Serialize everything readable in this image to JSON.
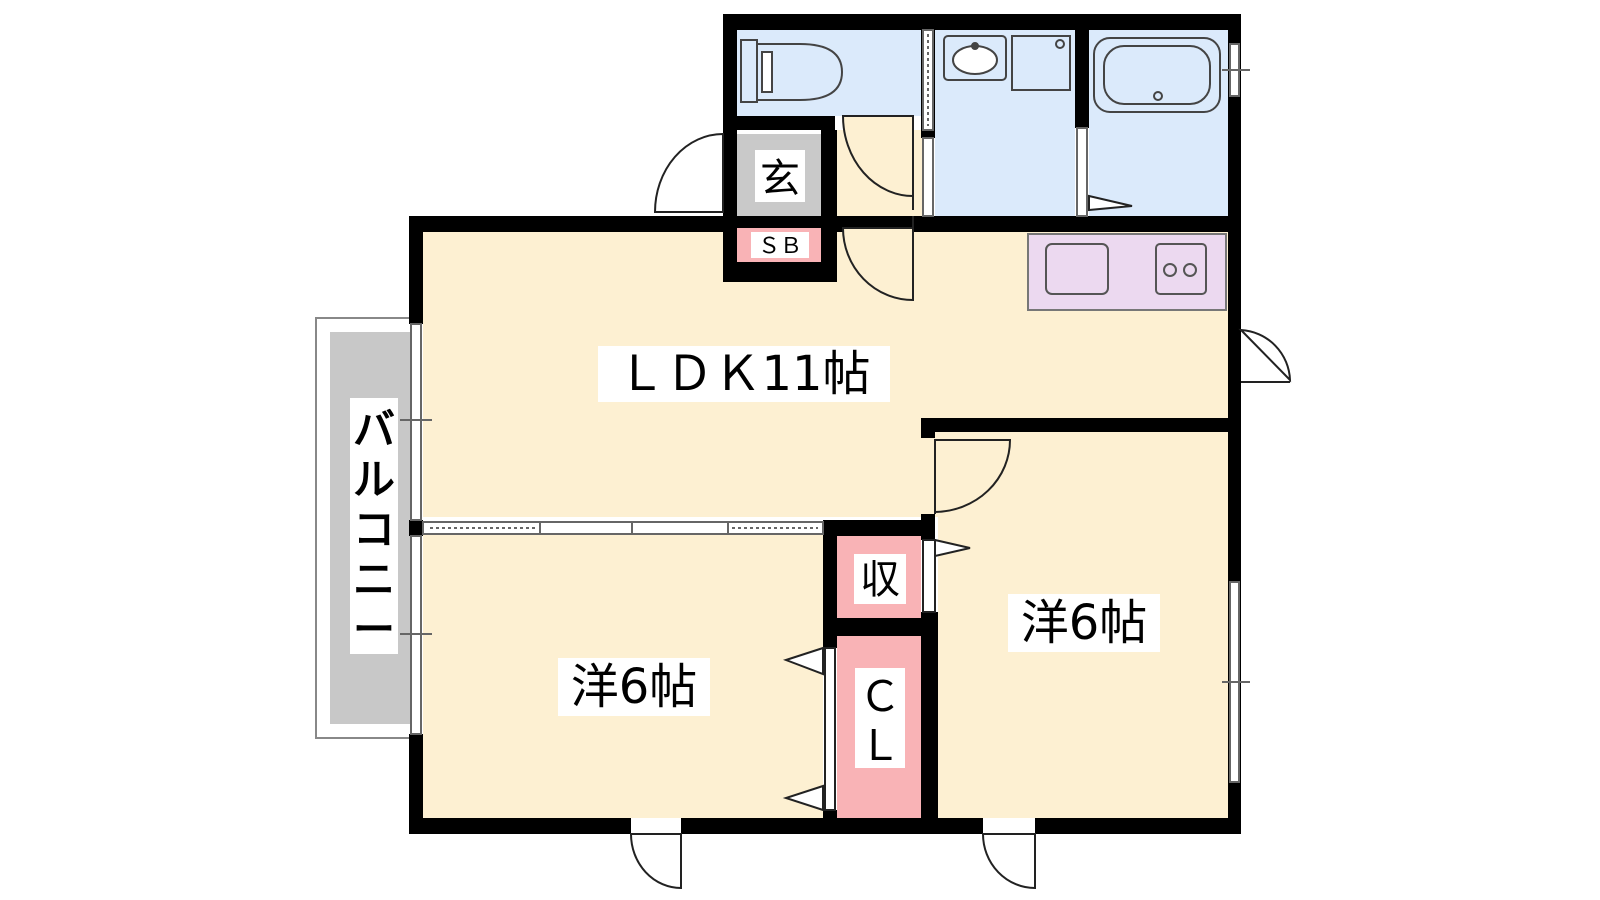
{
  "rooms": {
    "ldk": "ＬＤＫ11帖",
    "western_left": "洋6帖",
    "western_right": "洋6帖",
    "balcony": "バルコニー",
    "entrance": "玄",
    "shoe_box": "ＳＢ",
    "storage": "収",
    "closet": "ＣＬ"
  },
  "colors": {
    "living": "#fdf0d2",
    "wet_area": "#dbeafb",
    "storage": "#f9b3b6",
    "entrance": "#c9c9c9",
    "balcony": "#c8c8c8",
    "kitchen": "#ecd9f0",
    "wall": "#000000"
  }
}
